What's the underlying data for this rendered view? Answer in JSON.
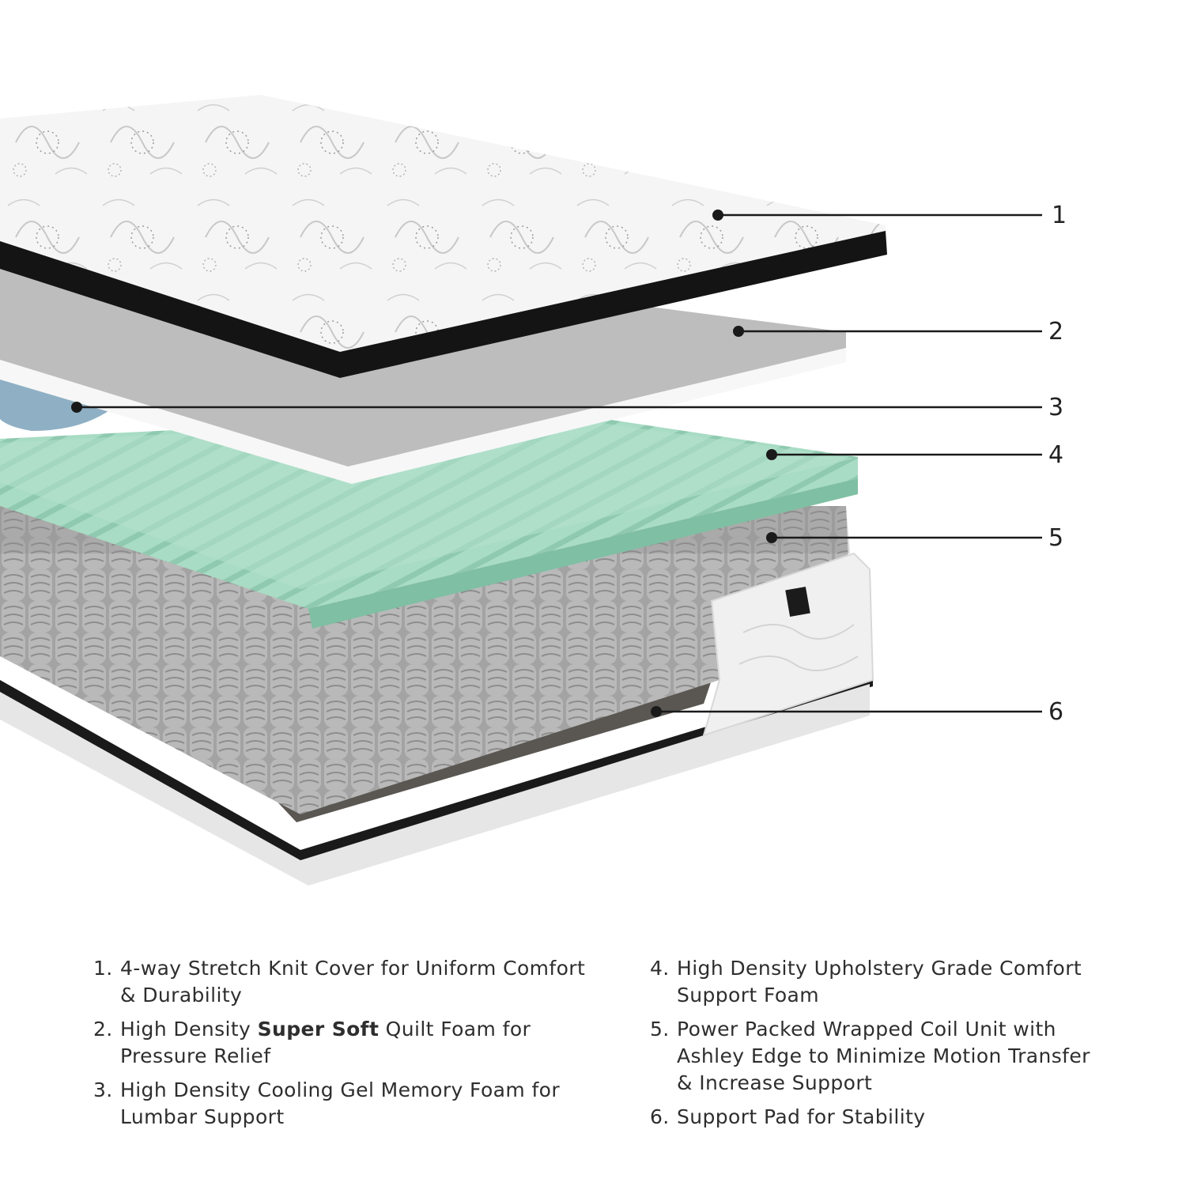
{
  "callouts": [
    "1",
    "2",
    "3",
    "4",
    "5",
    "6"
  ],
  "legend": [
    {
      "num": "1.",
      "text": "4-way Stretch Knit Cover for Uniform Comfort & Durability"
    },
    {
      "num": "2.",
      "pre": "High Density ",
      "bold": "Super Soft",
      "post": " Quilt Foam for Pressure Relief"
    },
    {
      "num": "3.",
      "text": "High Density Cooling Gel Memory Foam for Lumbar Support"
    },
    {
      "num": "4.",
      "text": "High Density Upholstery Grade Comfort Support Foam"
    },
    {
      "num": "5.",
      "text": "Power Packed Wrapped Coil Unit with Ashley Edge to Minimize Motion Transfer & Increase Support"
    },
    {
      "num": "6.",
      "text": "Support Pad for Stability"
    }
  ],
  "colors": {
    "cover": "#f3f3f3",
    "cover_trim": "#141414",
    "quilt_foam": "#bdbdbd",
    "gel_foam": "#8fb0c4",
    "support_foam": "#a8dcc4",
    "coils": "#a9a9a9",
    "pad": "#5a5752",
    "base": "#e9e9e9"
  }
}
